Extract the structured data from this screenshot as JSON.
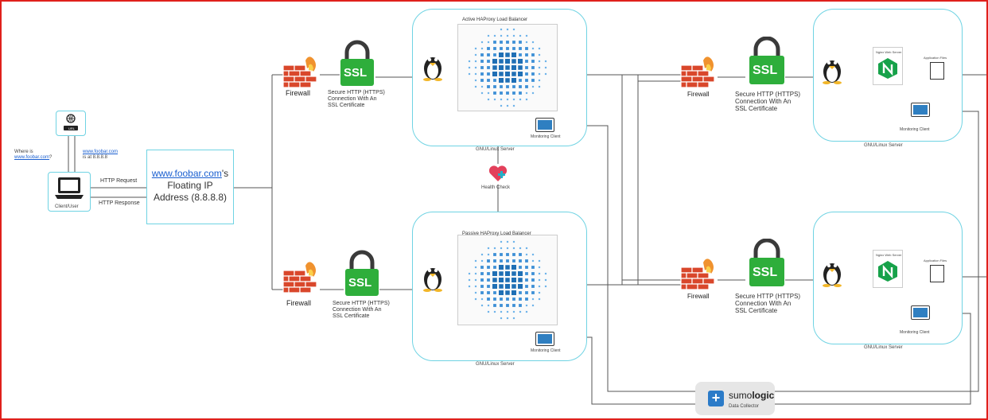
{
  "client": {
    "label": "Client/User",
    "url_tag": "URL",
    "dns_question_prefix": "Where is",
    "dns_question_domain": "www.foobar.com",
    "dns_question_suffix": "?",
    "dns_answer_domain": "www.foobar.com",
    "dns_answer_rest": "is at 8.8.8.8",
    "http_request": "HTTP Request",
    "http_response": "HTTP Response"
  },
  "floating_ip": {
    "domain": "www.foobar.com",
    "suffix": "'s",
    "line2": "Floating IP",
    "line3": "Address (8.8.8.8)"
  },
  "firewall_label": "Firewall",
  "ssl": {
    "badge": "SSL",
    "caption_l1": "Secure HTTP (HTTPS)",
    "caption_l2": "Connection With An",
    "caption_l3": "SSL Certificate"
  },
  "lb_active": {
    "title": "Active HAProxy Load Balancer",
    "server_label": "GNU/Linux Server",
    "monitor_label": "Monitoring Client"
  },
  "lb_passive": {
    "title": "Passive HAProxy Load Balancer",
    "server_label": "GNU/Linux Server",
    "monitor_label": "Monitoring Client"
  },
  "health_check": "Health Check",
  "web_server": {
    "nginx_label": "Nginx Web Server",
    "app_label": "Application Files",
    "monitor_label": "Monitoring Client",
    "server_label": "GNU/Linux Server"
  },
  "sumo": {
    "brand_a": "sumo",
    "brand_b": "logic",
    "sub": "Data Collector"
  },
  "colors": {
    "accent": "#6fd3e3",
    "ssl_green": "#2eae3b",
    "firewall_red": "#d9472b",
    "nginx_green": "#17a24a",
    "heart_red": "#e3405b",
    "border_red": "#e0201c"
  }
}
